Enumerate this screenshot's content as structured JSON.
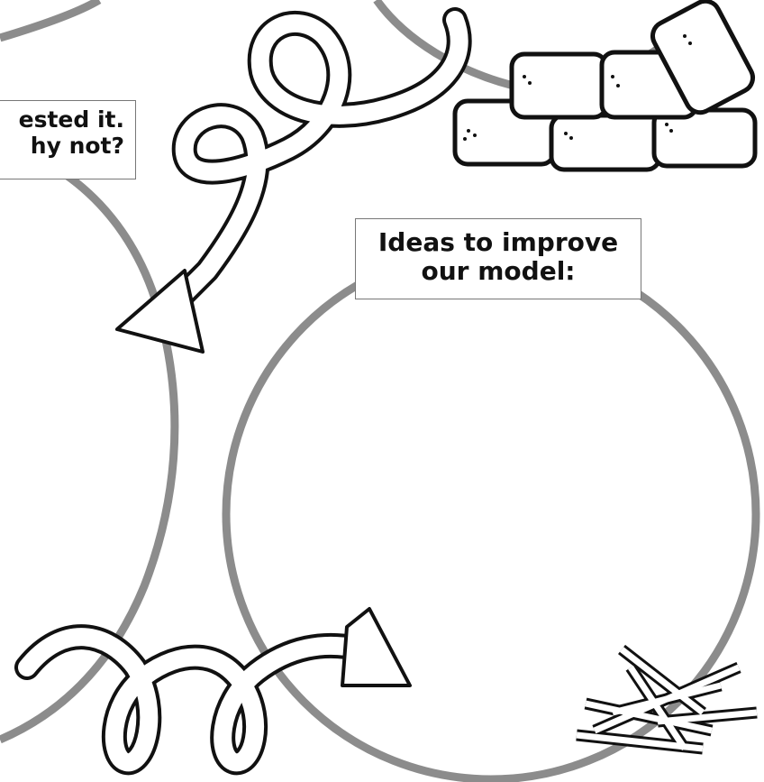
{
  "labels": {
    "tested": {
      "line1": "ested it.",
      "line2": "hy not?"
    },
    "ideas": {
      "line1": "Ideas to improve",
      "line2": "our model:"
    }
  },
  "colors": {
    "circle_stroke": "#8c8c8c",
    "outline": "#111111",
    "fill": "#ffffff"
  },
  "icons": [
    "loop-arrow-icon",
    "curly-arrow-icon",
    "bricks-icon",
    "sticks-icon"
  ]
}
